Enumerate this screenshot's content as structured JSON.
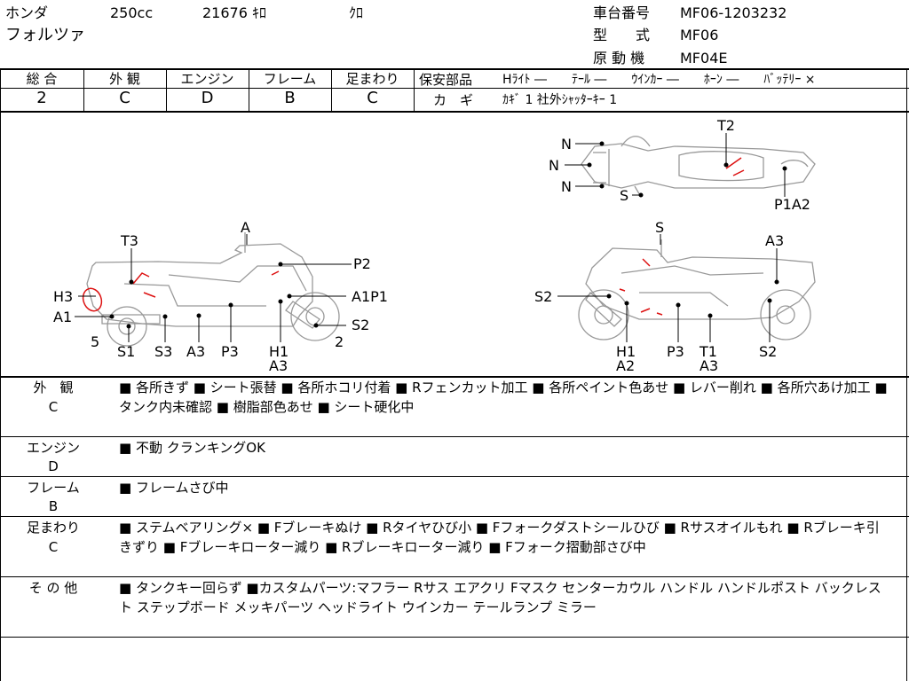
{
  "header": {
    "maker": "ホンダ",
    "displacement": "250cc",
    "mileage": "21676 ｷﾛ",
    "color": "ｸﾛ",
    "model_name": "フォルツァ",
    "frame_no_label": "車台番号",
    "frame_no": "MF06-1203232",
    "type_label": "型　　式",
    "type": "MF06",
    "engine_label": "原 動 機",
    "engine": "MF04E"
  },
  "grades": [
    {
      "label": "総 合",
      "value": "2"
    },
    {
      "label": "外 観",
      "value": "C"
    },
    {
      "label": "エンジン",
      "value": "D"
    },
    {
      "label": "フレーム",
      "value": "B"
    },
    {
      "label": "足まわり",
      "value": "C"
    }
  ],
  "safety": {
    "label": "保安部品",
    "items": "Hﾗｲﾄ ―　　ﾃｰﾙ ―　　ｳｲﾝｶｰ ―　　ﾎｰﾝ ―　　ﾊﾞｯﾃﾘｰ ×",
    "key_label": "カ　ギ",
    "key_value": "ｶｷﾞ 1 社外ｼｬｯﾀｰｷｰ 1"
  },
  "diagram_labels": {
    "left": {
      "A": "A",
      "T3": "T3",
      "P2": "P2",
      "H3": "H3",
      "A1P1": "A1P1",
      "A1": "A1",
      "S2": "S2",
      "n5": "5",
      "n2": "2",
      "S1": "S1",
      "S3": "S3",
      "A3": "A3",
      "P3": "P3",
      "H1": "H1",
      "A3b": "A3"
    },
    "right": {
      "S": "S",
      "A3": "A3",
      "S2": "S2",
      "H1": "H1",
      "A2": "A2",
      "P3": "P3",
      "T1": "T1",
      "A3b": "A3",
      "S2b": "S2"
    },
    "top": {
      "N1": "N",
      "N2": "N",
      "N3": "N",
      "S": "S",
      "T2": "T2",
      "P1A2": "P1A2"
    }
  },
  "sections": [
    {
      "label": "外　観",
      "grade": "C",
      "text": "■ 各所きず ■ シート張替 ■ 各所ホコリ付着 ■ Rフェンカット加工 ■ 各所ペイント色あせ ■ レバー削れ ■ 各所穴あけ加工 ■ タンク内未確認 ■ 樹脂部色あせ ■ シート硬化中"
    },
    {
      "label": "エンジン",
      "grade": "D",
      "text": "■ 不動 クランキングOK"
    },
    {
      "label": "フレーム",
      "grade": "B",
      "text": "■ フレームさび中"
    },
    {
      "label": "足まわり",
      "grade": "C",
      "text": "■ ステムベアリング× ■ Fブレーキぬけ ■ Rタイヤひび小 ■ Fフォークダストシールひび ■ Rサスオイルもれ ■ Rブレーキ引きずり ■ Fブレーキローター減り ■ Rブレーキローター減り ■ Fフォーク摺動部さび中"
    },
    {
      "label": "そ の 他",
      "grade": "",
      "text": "■ タンクキー回らず ■カスタムパーツ:マフラー Rサス エアクリ Fマスク センターカウル ハンドル ハンドルポスト バックレスト ステップボード メッキパーツ ヘッドライト ウインカー テールランプ ミラー"
    }
  ]
}
